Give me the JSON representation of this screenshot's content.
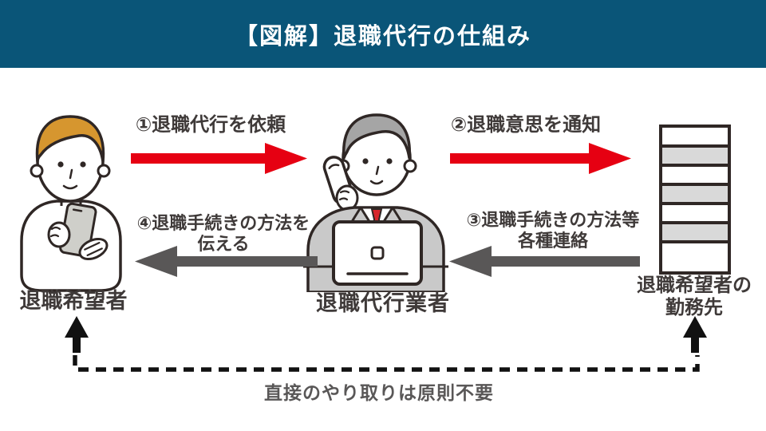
{
  "header": {
    "title": "【図解】退職代行の仕組み"
  },
  "actors": {
    "client": {
      "label": "退職希望者"
    },
    "agency": {
      "label": "退職代行業者"
    },
    "employer": {
      "line1": "退職希望者の",
      "line2": "勤務先"
    }
  },
  "flows": {
    "step1": {
      "label": "①退職代行を依頼",
      "direction": "right",
      "from": "client",
      "to": "agency"
    },
    "step2": {
      "label": "②退職意思を通知",
      "direction": "right",
      "from": "agency",
      "to": "employer"
    },
    "step3": {
      "line1": "③退職手続きの方法等",
      "line2": "各種連絡",
      "direction": "left",
      "from": "employer",
      "to": "agency"
    },
    "step4": {
      "line1": "④退職手続きの方法を",
      "line2": "伝える",
      "direction": "left",
      "from": "agency",
      "to": "client"
    }
  },
  "footer_note": "直接のやり取りは原則不要",
  "icons": {
    "client": "person-with-smartphone",
    "agency": "agent-with-phone-and-laptop",
    "employer": "office-building"
  },
  "colors": {
    "header-bg": "#0A5578",
    "accent-red": "#E60012",
    "arrow-gray": "#595757",
    "text-dark": "#3F3A39",
    "outline": "#2F2725",
    "suit-gray": "#C9C9C9",
    "hair-orange": "#D6962F",
    "hair-gray": "#A5A5A5",
    "building-gray": "#D9D9D9",
    "tie-red": "#D8262C",
    "device-gray": "#CFCFCA",
    "connector-black": "#111111"
  }
}
